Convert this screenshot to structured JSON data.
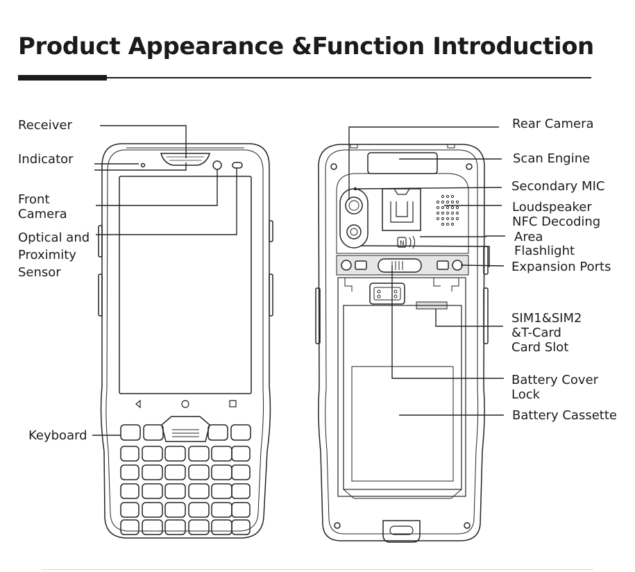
{
  "title": "Product Appearance &Function Introduction",
  "front_labels": {
    "receiver": "Receiver",
    "indicator": "Indicator",
    "front_camera_1": "Front",
    "front_camera_2": "Camera",
    "optical_1": "Optical and",
    "optical_2": "Proximity",
    "optical_3": "Sensor",
    "keyboard": "Keyboard"
  },
  "rear_labels": {
    "rear_camera": "Rear Camera",
    "scan_engine": "Scan Engine",
    "secondary_mic": "Secondary MIC",
    "loudspeaker": "Loudspeaker",
    "nfc_1": "NFC Decoding",
    "nfc_2": "Area",
    "flashlight": "Flashlight",
    "expansion_ports": "Expansion Ports",
    "sim_1": "SIM1&SIM2",
    "sim_2": "&T-Card",
    "sim_3": "Card Slot",
    "battery_lock_1": "Battery Cover",
    "battery_lock_2": "Lock",
    "battery_cassette": "Battery Cassette"
  },
  "icons": {
    "back": "back-triangle-icon",
    "home": "home-circle-icon",
    "recent": "recent-square-icon",
    "nfc": "nfc-icon"
  }
}
